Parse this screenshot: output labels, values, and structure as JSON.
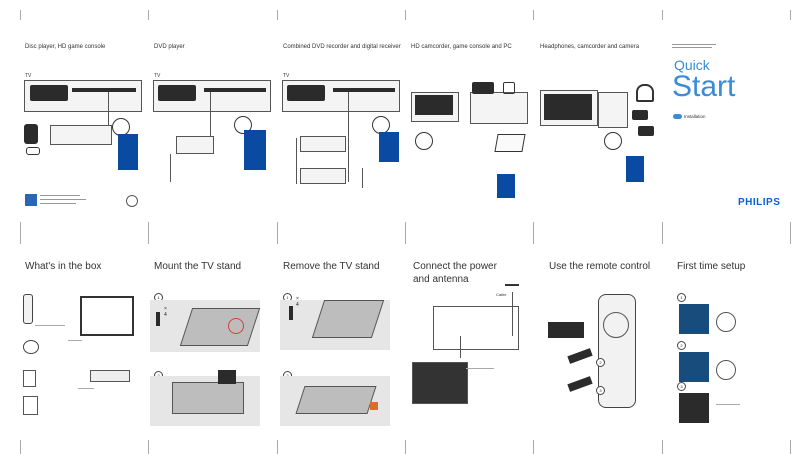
{
  "top_columns": [
    {
      "title": "Disc player, HD game console"
    },
    {
      "title": "DVD player"
    },
    {
      "title": "Combined DVD recorder and digital receiver"
    },
    {
      "title": "HD camcorder, game console and PC"
    },
    {
      "title": "Headphones, camcorder and camera"
    }
  ],
  "tv_label": "TV",
  "cover": {
    "quick": "Quick",
    "start": "Start",
    "installation": "Installation",
    "brand": "PHILIPS"
  },
  "bottom_sections": [
    {
      "title": "What's in the box"
    },
    {
      "title": "Mount the TV stand"
    },
    {
      "title": "Remove the TV stand"
    },
    {
      "title": "Connect the power"
    },
    {
      "title": "and antenna"
    },
    {
      "title": "Use the remote control"
    },
    {
      "title": "First time setup"
    }
  ],
  "steps": {
    "one": "1",
    "two": "2",
    "three": "3",
    "x4": "× 4"
  },
  "antenna_label": "Cable"
}
